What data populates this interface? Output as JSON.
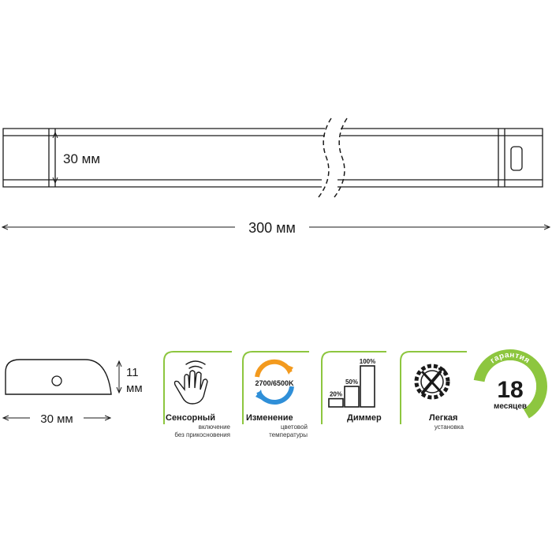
{
  "dimensions": {
    "height_label": "30 мм",
    "length_label": "300 мм",
    "profile_width_label": "30 мм",
    "profile_height_label_num": "11",
    "profile_height_label_unit": "мм"
  },
  "features": [
    {
      "title": "Сенсорный",
      "sub1": "включение",
      "sub2": "без прикосновения",
      "icon": "hand-sensor-icon"
    },
    {
      "title": "Изменение",
      "sub1": "цветовой",
      "sub2": "температуры",
      "icon": "color-temperature-icon",
      "badge": "2700/6500K"
    },
    {
      "title": "Диммер",
      "sub1": "",
      "sub2": "",
      "icon": "dimmer-bars-icon",
      "levels": [
        {
          "label": "20%",
          "value": 20
        },
        {
          "label": "50%",
          "value": 50
        },
        {
          "label": "100%",
          "value": 100
        }
      ]
    },
    {
      "title": "Легкая",
      "sub1": "установка",
      "sub2": "",
      "icon": "tools-gear-icon"
    }
  ],
  "warranty": {
    "arc_text": "гарантия",
    "number": "18",
    "unit": "месяцев"
  },
  "colors": {
    "accent_green": "#8dc63f",
    "line": "#1a1a1a",
    "warm": "#f39a1e",
    "cool": "#2f8fd8"
  }
}
